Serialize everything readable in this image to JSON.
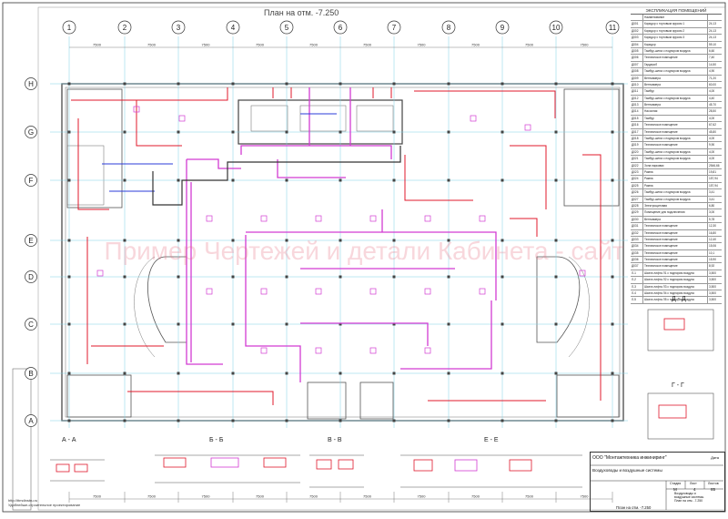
{
  "sheet_title": "План на отм. -7.250",
  "watermark": "Пример Чертежей и детали Кабинета - сайт",
  "column_axes": [
    "1",
    "2",
    "3",
    "4",
    "5",
    "6",
    "7",
    "8",
    "9",
    "10",
    "11"
  ],
  "row_axes": [
    "H",
    "G",
    "F",
    "E",
    "D",
    "C",
    "B",
    "A"
  ],
  "span_dims": [
    "7500",
    "7500",
    "7500",
    "7500",
    "7500",
    "7500",
    "7500",
    "7500",
    "7500",
    "7500"
  ],
  "legend": {
    "title": "ЭКСПЛИКАЦИЯ ПОМЕЩЕНИЙ",
    "col_name": "Наименование",
    "rows": [
      {
        "num": "Д001",
        "name": "Коридор с торговым ярусом 1",
        "area": "24,13"
      },
      {
        "num": "Д002",
        "name": "Коридор с торговым ярусом 2",
        "area": "24,13"
      },
      {
        "num": "Д003",
        "name": "Коридор с торговым ярусом 3",
        "area": "24,13"
      },
      {
        "num": "Д004",
        "name": "Коридор",
        "area": "59,10"
      },
      {
        "num": "Д005",
        "name": "Тамбур-шлюз с подпором воздуха",
        "area": "6,60"
      },
      {
        "num": "Д006",
        "name": "Техническое помещение",
        "area": "7,40"
      },
      {
        "num": "Д007",
        "name": "Гардероб",
        "area": "14,50"
      },
      {
        "num": "Д008",
        "name": "Тамбур-шлюз с подпором воздуха",
        "area": "4,90"
      },
      {
        "num": "Д009",
        "name": "Венткамера",
        "area": "71,20"
      },
      {
        "num": "Д010",
        "name": "Венткамера",
        "area": "60,00"
      },
      {
        "num": "Д011",
        "name": "Тамбур",
        "area": "4,00"
      },
      {
        "num": "Д012",
        "name": "Тамбур-шлюз с подпором воздуха",
        "area": "4,40"
      },
      {
        "num": "Д013",
        "name": "Венткамера",
        "area": "45,70"
      },
      {
        "num": "Д014",
        "name": "Насосная",
        "area": "28,50"
      },
      {
        "num": "Д015",
        "name": "Тамбур",
        "area": "4,00"
      },
      {
        "num": "Д016",
        "name": "Техническое помещение",
        "area": "67,62"
      },
      {
        "num": "Д017",
        "name": "Техническое помещение",
        "area": "45,80"
      },
      {
        "num": "Д018",
        "name": "Тамбур-шлюз с подпором воздуха",
        "area": "4,00"
      },
      {
        "num": "Д019",
        "name": "Техническое помещение",
        "area": "9,90"
      },
      {
        "num": "Д020",
        "name": "Тамбур-шлюз с подпором воздуха",
        "area": "4,00"
      },
      {
        "num": "Д021",
        "name": "Тамбур-шлюз с подпором воздуха",
        "area": "4,00"
      },
      {
        "num": "Д022",
        "name": "Зона парковки",
        "area": "2546,66"
      },
      {
        "num": "Д023",
        "name": "Рампа",
        "area": "19,81"
      },
      {
        "num": "Д024",
        "name": "Рампа",
        "area": "157,94"
      },
      {
        "num": "Д025",
        "name": "Рампа",
        "area": "157,94"
      },
      {
        "num": "Д026",
        "name": "Тамбур-шлюз с подпором воздуха",
        "area": "3,41"
      },
      {
        "num": "Д027",
        "name": "Тамбур-шлюз с подпором воздуха",
        "area": "3,41"
      },
      {
        "num": "Д028",
        "name": "Электрощитовая",
        "area": "6,80"
      },
      {
        "num": "Д029",
        "name": "Помещение для подключения",
        "area": "3,00"
      },
      {
        "num": "Д030",
        "name": "Венткамера",
        "area": "5,78"
      },
      {
        "num": "Д031",
        "name": "Техническое помещение",
        "area": "12,30"
      },
      {
        "num": "Д032",
        "name": "Техническое помещение",
        "area": "16,80"
      },
      {
        "num": "Д033",
        "name": "Техническое помещение",
        "area": "12,40"
      },
      {
        "num": "Д034",
        "name": "Техническое помещение",
        "area": "15,06"
      },
      {
        "num": "Д035",
        "name": "Техническое помещение",
        "area": "10,1"
      },
      {
        "num": "Д036",
        "name": "Техническое помещение",
        "area": "15,90"
      },
      {
        "num": "Д037",
        "name": "Техническое помещение",
        "area": "8,92"
      },
      {
        "num": "Л-1",
        "name": "Шахта лифта Л1 с подпором воздуха",
        "area": "3,500"
      },
      {
        "num": "Л-2",
        "name": "Шахта лифта Л2 с подпором воздуха",
        "area": "3,500"
      },
      {
        "num": "Л-3",
        "name": "Шахта лифта Л3 с подпором воздуха",
        "area": "3,500"
      },
      {
        "num": "Л-4",
        "name": "Шахта лифта Л4 с подпором воздуха",
        "area": "3,500"
      },
      {
        "num": "Л-5",
        "name": "Шахта лифта Л5 с подпором воздуха",
        "area": "3,500"
      }
    ]
  },
  "sections": {
    "aa": "А - А",
    "bb": "Б - Б",
    "vv": "В - В",
    "ee": "Е - Е",
    "dd": "Д - Д",
    "gg": "Г - Г"
  },
  "title_block": {
    "org": "ООО \"Монтажтехника инжиниринг\"",
    "date_label": "Дата",
    "system": "Воздуховоды и воздушные системы",
    "stage_label": "Стадия",
    "sheet_label": "Лист",
    "sheets_label": "Листов",
    "stage": "М",
    "sheet": "4",
    "sheets": "85",
    "plan": "План на отм. -7.250",
    "desc": "Воздуховоды и воздушные системы. План на отм. -7.250"
  },
  "footer": {
    "url": "http://ttmdinstru.ru",
    "note": "Удобнейше-строительное проектирование"
  },
  "colors": {
    "grid": "#7fd0e6",
    "duct_red": "#e0182b",
    "duct_magenta": "#d23bd2",
    "wall": "#555555",
    "blue": "#2b3bd8"
  }
}
